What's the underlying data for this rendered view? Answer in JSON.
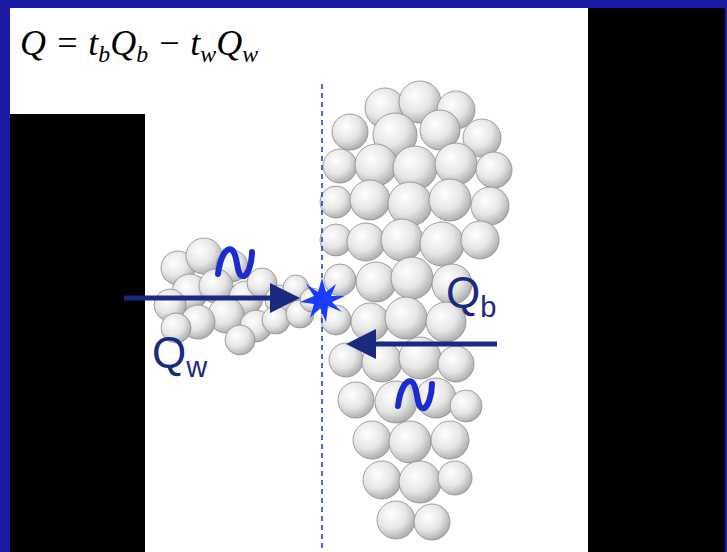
{
  "diagram": {
    "labels": [
      "Q = t",
      "b",
      "Q",
      "b",
      " − t",
      "w",
      "Q",
      "w",
      "Q",
      "w",
      "Q",
      "b"
    ]
  }
}
